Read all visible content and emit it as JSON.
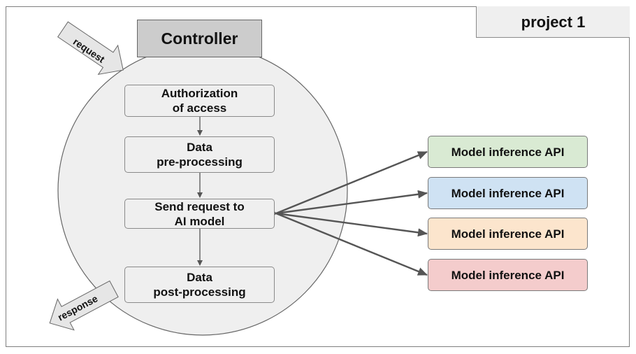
{
  "project_label": "project 1",
  "controller_label": "Controller",
  "request_label": "request",
  "response_label": "response",
  "steps": [
    "Authorization\nof access",
    "Data\npre-processing",
    "Send request to\nAI model",
    "Data\npost-processing"
  ],
  "apis": [
    {
      "label": "Model inference API",
      "color": "#d9ead3"
    },
    {
      "label": "Model inference API",
      "color": "#cfe2f3"
    },
    {
      "label": "Model inference API",
      "color": "#fce5cd"
    },
    {
      "label": "Model inference API",
      "color": "#f4cccc"
    }
  ],
  "colors": {
    "circle_fill": "#efefef",
    "controller_fill": "#cccccc",
    "arrow": "#555555"
  }
}
